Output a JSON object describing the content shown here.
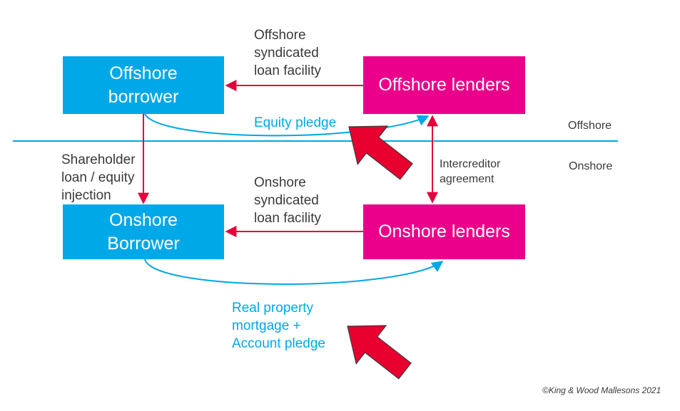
{
  "nodes": {
    "offshore_borrower": "Offshore\nborrower",
    "offshore_lenders": "Offshore lenders",
    "onshore_borrower": "Onshore\nBorrower",
    "onshore_lenders": "Onshore lenders"
  },
  "edges": {
    "offshore_facility": "Offshore\nsyndicated\nloan facility",
    "equity_pledge": "Equity pledge",
    "shareholder_loan": "Shareholder\nloan / equity\ninjection",
    "onshore_facility": "Onshore\nsyndicated\nloan facility",
    "intercreditor": "Intercreditor\nagreement",
    "real_property": "Real property\nmortgage +\nAccount pledge"
  },
  "zones": {
    "offshore": "Offshore",
    "onshore": "Onshore"
  },
  "footer": {
    "copyright": "©King & Wood Mallesons 2021"
  },
  "colors": {
    "box_blue": "#00a8e8",
    "box_pink": "#ea008a",
    "arrow_red": "#e4003a",
    "callout_arrow": "#e8002f",
    "divider": "#00a8e8"
  }
}
